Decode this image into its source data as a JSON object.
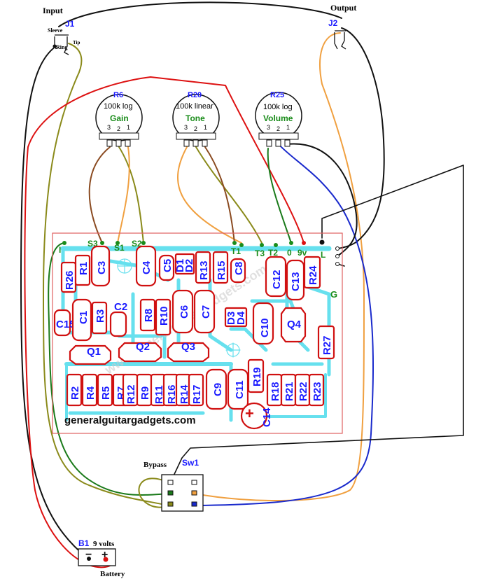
{
  "jacks": {
    "input_label": "Input",
    "input_ref": "J1",
    "sleeve": "Sleeve",
    "ring": "Ring",
    "tip": "Tip",
    "output_label": "Output",
    "output_ref": "J2"
  },
  "pots": [
    {
      "ref": "R6",
      "value": "100k log",
      "name": "Gain",
      "pins": [
        "3",
        "2",
        "1"
      ]
    },
    {
      "ref": "R20",
      "value": "100k linear",
      "name": "Tone",
      "pins": [
        "3",
        "2",
        "1"
      ]
    },
    {
      "ref": "R25",
      "value": "100k log",
      "name": "Volume",
      "pins": [
        "3",
        "2",
        "1"
      ]
    }
  ],
  "pads": {
    "I": "I",
    "S3": "S3",
    "S1": "S1",
    "S2": "S2",
    "T1": "T1",
    "T3": "T3",
    "T2": "T2",
    "O": "0",
    "9V": "9v",
    "L": "L",
    "G": "G"
  },
  "board": {
    "site": "generalguitargadgets.com",
    "watermark": "www.generalguitargadgets.com"
  },
  "components": {
    "R26": "R26",
    "R1": "R1",
    "C3": "C3",
    "C4": "C4",
    "C5": "C5",
    "D1": "D1",
    "D2": "D2",
    "R13": "R13",
    "R15": "R15",
    "C8": "C8",
    "C12": "C12",
    "C13": "C13",
    "R24": "R24",
    "C15": "C15",
    "C1": "C1",
    "R3": "R3",
    "C2": "C2",
    "R8": "R8",
    "R10": "R10",
    "C6": "C6",
    "C7": "C7",
    "D3": "D3",
    "D4": "D4",
    "C10": "C10",
    "Q4": "Q4",
    "R27": "R27",
    "Q1": "Q1",
    "Q2": "Q2",
    "Q3": "Q3",
    "R2": "R2",
    "R4": "R4",
    "R5": "R5",
    "R7": "R7",
    "R12": "R12",
    "R9": "R9",
    "R11": "R11",
    "R16": "R16",
    "R14": "R14",
    "R17": "R17",
    "C9": "C9",
    "C11": "C11",
    "R19": "R19",
    "C14": "C14",
    "R18": "R18",
    "R21": "R21",
    "R22": "R22",
    "R23": "R23"
  },
  "switch": {
    "bypass": "Bypass",
    "ref": "Sw1"
  },
  "battery": {
    "ref": "B1",
    "voltage": "9 volts",
    "label": "Battery",
    "minus": "−",
    "plus": "+"
  },
  "colors": {
    "board_outline": "#e06060",
    "trace": "#66e0ee",
    "component": "#d01010",
    "label_blue": "#1a1aff",
    "label_green": "#1a8c1a",
    "wire_black": "#111111",
    "wire_red": "#dd1111",
    "wire_green": "#1a7a1a",
    "wire_olive": "#8a8a1a",
    "wire_orange": "#f0a040",
    "wire_brown": "#8a4a20",
    "wire_blue": "#1a2acc"
  }
}
